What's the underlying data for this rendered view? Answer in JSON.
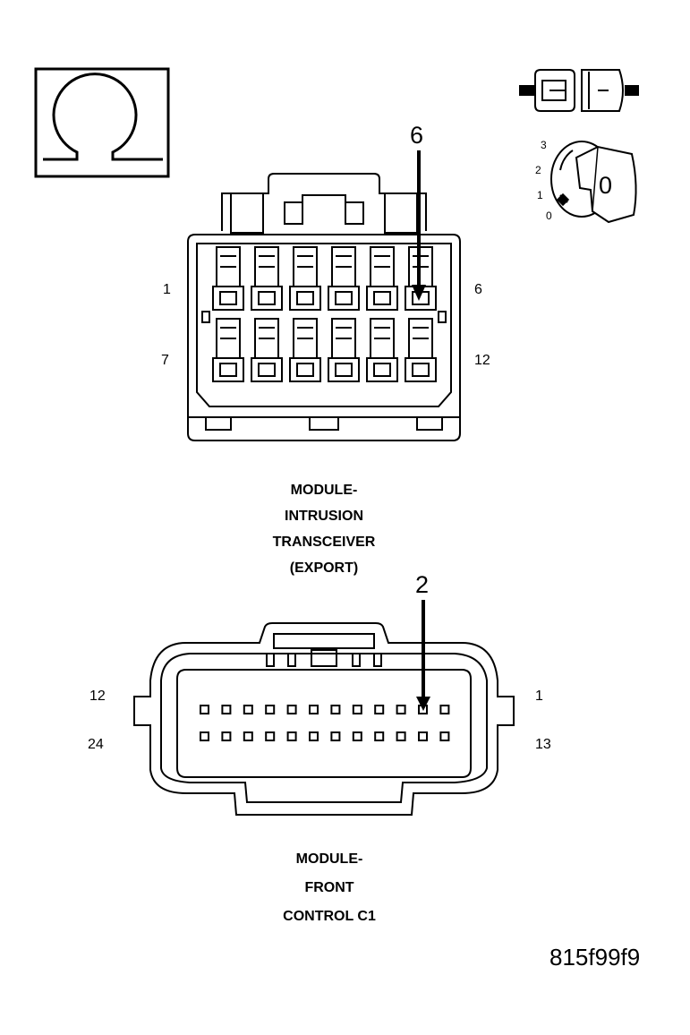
{
  "ohm_symbol": "Ω",
  "connector_top": {
    "callout_pin": "6",
    "pin_labels": {
      "top_left": "1",
      "top_right": "6",
      "bottom_left": "7",
      "bottom_right": "12"
    },
    "title_lines": [
      "MODULE-",
      "INTRUSION",
      "TRANSCEIVER",
      "(EXPORT)"
    ]
  },
  "connector_bottom": {
    "callout_pin": "2",
    "pin_labels": {
      "top_left": "12",
      "top_right": "1",
      "bottom_left": "24",
      "bottom_right": "13"
    },
    "title_lines": [
      "MODULE-",
      "FRONT",
      "CONTROL C1"
    ]
  },
  "ignition": {
    "positions": [
      "3",
      "2",
      "1",
      "0"
    ],
    "key_position": "0"
  },
  "reference_code": "815f99f9"
}
